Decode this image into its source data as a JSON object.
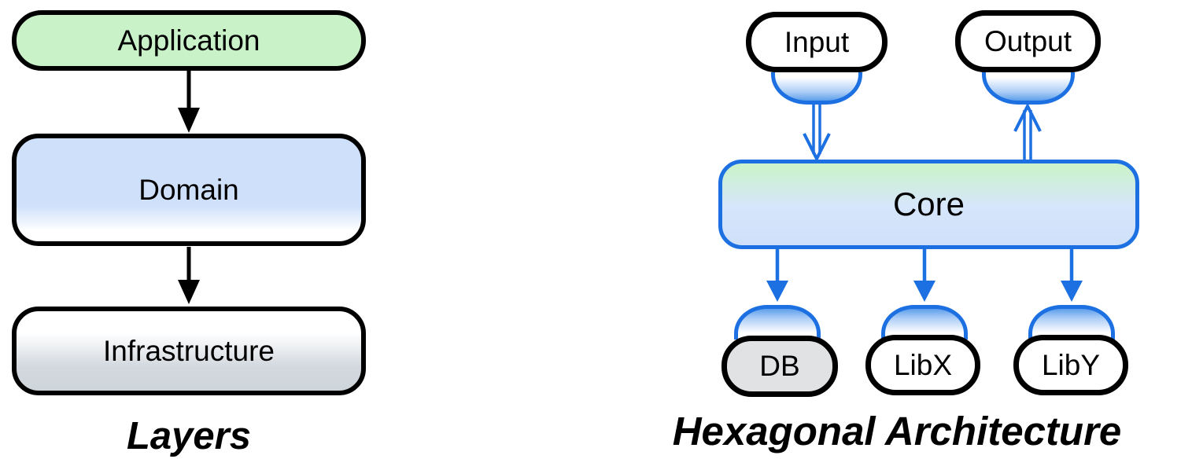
{
  "figure": {
    "left_diagram": {
      "title": "Layers",
      "nodes": [
        {
          "id": "application",
          "label": "Application",
          "fill": "#c9f2c9"
        },
        {
          "id": "domain",
          "label": "Domain",
          "fill": "#cfe1fa"
        },
        {
          "id": "infrastructure",
          "label": "Infrastructure",
          "fill": "#ced5db"
        }
      ],
      "edges": [
        {
          "from": "Application",
          "to": "Domain",
          "style": "solid-black-arrow"
        },
        {
          "from": "Domain",
          "to": "Infrastructure",
          "style": "solid-black-arrow"
        }
      ]
    },
    "right_diagram": {
      "title": "Hexagonal Architecture",
      "nodes": [
        {
          "id": "input",
          "label": "Input",
          "fill": "#ffffff"
        },
        {
          "id": "output",
          "label": "Output",
          "fill": "#ffffff"
        },
        {
          "id": "core",
          "label": "Core",
          "fill": "green-to-blue-gradient"
        },
        {
          "id": "db",
          "label": "DB",
          "fill": "#e1e2e4"
        },
        {
          "id": "libx",
          "label": "LibX",
          "fill": "#ffffff"
        },
        {
          "id": "liby",
          "label": "LibY",
          "fill": "#ffffff"
        }
      ],
      "edges": [
        {
          "from": "Input",
          "to": "Core",
          "style": "blue-double-line-open-arrow",
          "direction": "down"
        },
        {
          "from": "Core",
          "to": "Output",
          "style": "blue-double-line-open-arrow",
          "direction": "up"
        },
        {
          "from": "Core",
          "to": "DB",
          "style": "blue-solid-arrow",
          "direction": "down"
        },
        {
          "from": "Core",
          "to": "LibX",
          "style": "blue-solid-arrow",
          "direction": "down"
        },
        {
          "from": "Core",
          "to": "LibY",
          "style": "blue-solid-arrow",
          "direction": "down"
        }
      ]
    },
    "colors": {
      "green_fill": "#c9f2c9",
      "blue_fill": "#cfe1fa",
      "gray_gradient_fill": "#ced5db",
      "db_gray_fill": "#e1e2e4",
      "blue_stroke": "#1d70e2",
      "black_stroke": "#000000",
      "background": "#ffffff"
    }
  }
}
